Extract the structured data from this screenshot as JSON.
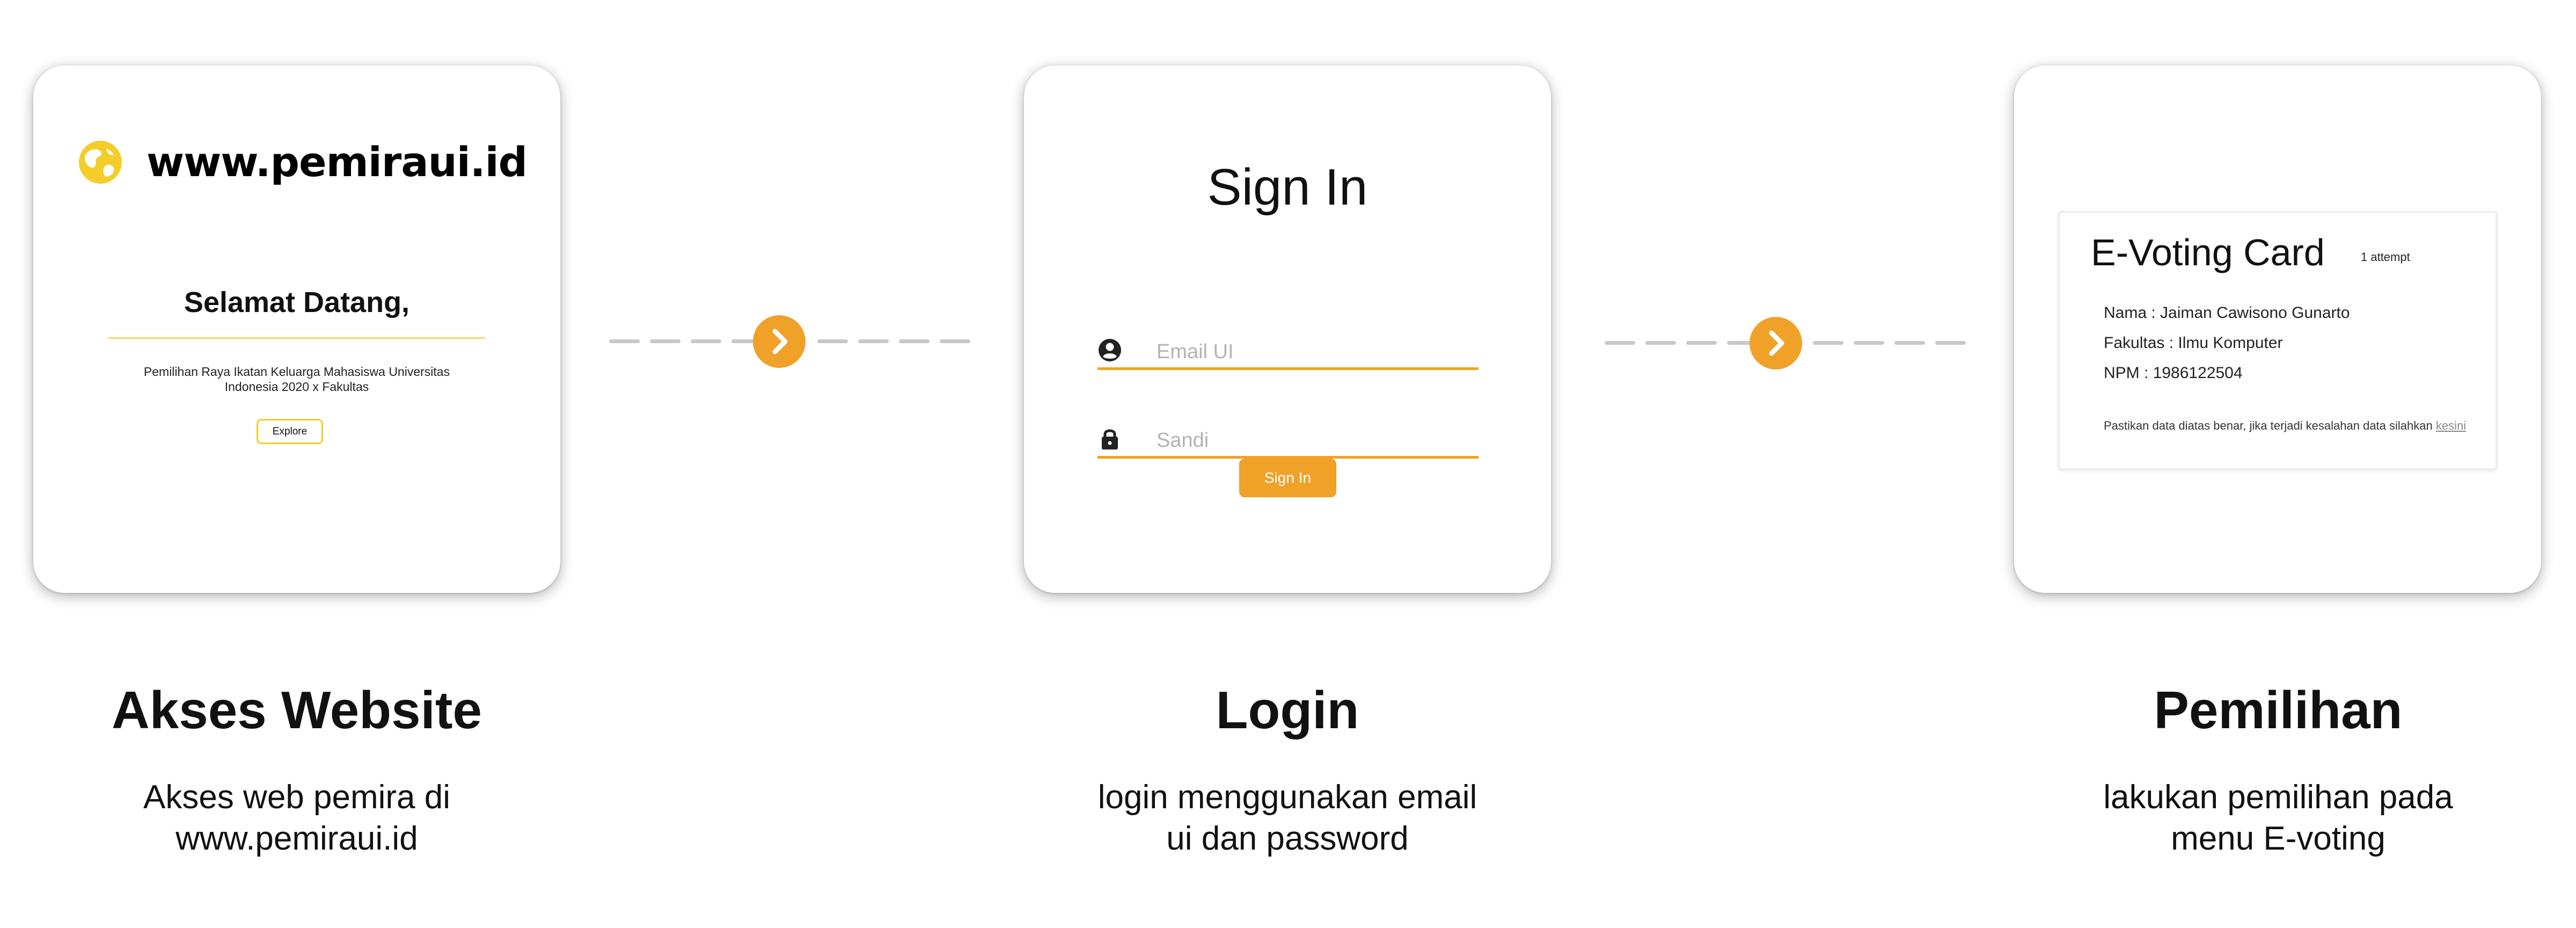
{
  "card1": {
    "site": "www.pemiraui.id",
    "welcome": "Selamat Datang,",
    "desc_line1": "Pemilihan Raya Ikatan Keluarga Mahasiswa Universitas",
    "desc_line2": "Indonesia 2020 x Fakultas",
    "explore": "Explore"
  },
  "card2": {
    "title": "Sign In",
    "email_placeholder": "Email UI",
    "password_placeholder": "Sandi",
    "button": "Sign In"
  },
  "card3": {
    "title": "E-Voting Card",
    "attempt": "1 attempt",
    "nama": "Nama : Jaiman Cawisono Gunarto",
    "fakultas": "Fakultas : Ilmu Komputer",
    "npm": "NPM : 1986122504",
    "note": "Pastikan data diatas benar, jika terjadi kesalahan data silahkan",
    "note_link": "kesini"
  },
  "steps": [
    {
      "title": "Akses Website",
      "desc_line1": "Akses web pemira di",
      "desc_line2": "www.pemiraui.id"
    },
    {
      "title": "Login",
      "desc_line1": "login menggunakan email",
      "desc_line2": "ui dan password"
    },
    {
      "title": "Pemilihan",
      "desc_line1": "lakukan pemilihan pada",
      "desc_line2": "menu E-voting"
    }
  ],
  "icons": {
    "globe": "globe-icon",
    "user": "user-circle-icon",
    "lock": "lock-icon",
    "arrow": "chevron-right-icon"
  },
  "colors": {
    "accent_orange": "#f0a128",
    "globe_yellow": "#f5cd2a",
    "welcome_rule": "#f7d866",
    "dash_gray": "#c8c8c8"
  }
}
